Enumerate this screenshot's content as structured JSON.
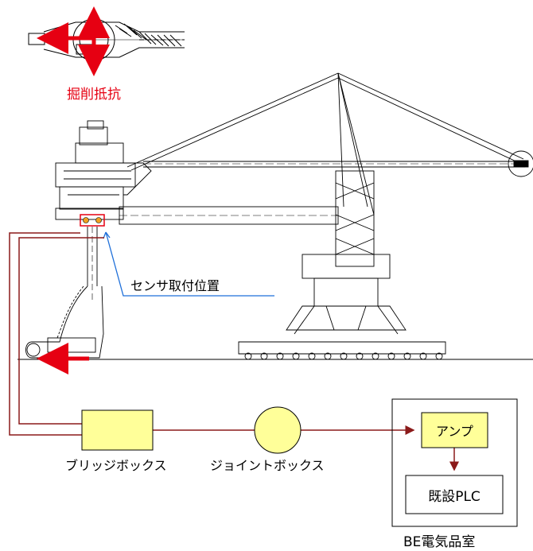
{
  "labels": {
    "digging_resistance": "掘削抵抗",
    "sensor_position": "センサ取付位置",
    "bridge_box": "ブリッジボックス",
    "joint_box": "ジョイントボックス",
    "amplifier": "アンプ",
    "existing_plc": "既設PLC",
    "electrical_room": "BE電気品室"
  },
  "colors": {
    "wire": "#8b1a1a",
    "arrow": "#e60012",
    "leader": "#1e6fd9",
    "box_fill": "#ffff99",
    "joint_fill": "#ffff99",
    "sensor_ring": "#f0a020"
  }
}
